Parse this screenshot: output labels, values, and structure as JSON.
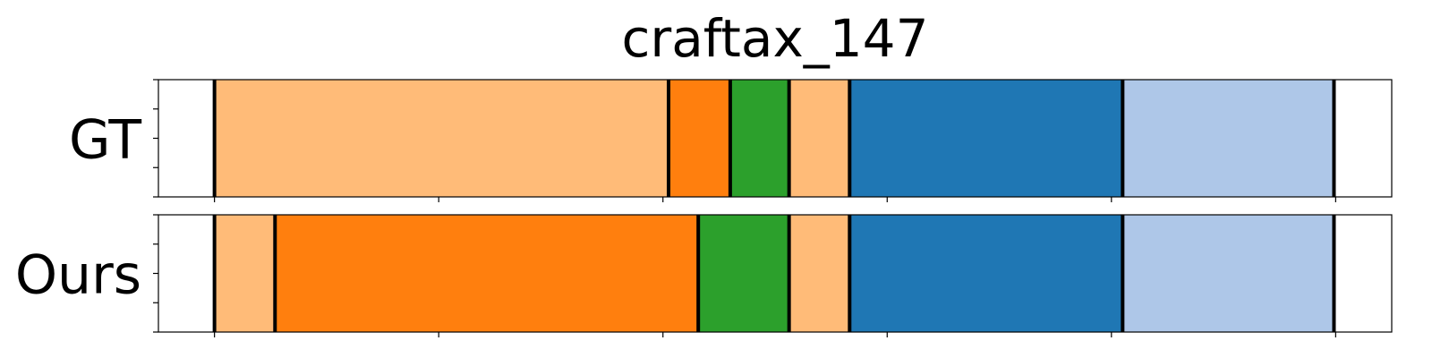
{
  "chart_data": {
    "type": "bar",
    "title": "craftax_147",
    "xlim": [
      0,
      22
    ],
    "boundary_style": "black vertical line at each segment boundary",
    "rows": [
      {
        "label": "GT",
        "segments": [
          {
            "start": 1.0,
            "end": 9.1,
            "color": "#ffbb78"
          },
          {
            "start": 9.1,
            "end": 10.2,
            "color": "#ff7f0e"
          },
          {
            "start": 10.2,
            "end": 11.25,
            "color": "#2ca02c"
          },
          {
            "start": 11.25,
            "end": 12.33,
            "color": "#ffbb78"
          },
          {
            "start": 12.33,
            "end": 17.2,
            "color": "#1f77b4"
          },
          {
            "start": 17.2,
            "end": 20.97,
            "color": "#aec7e8"
          }
        ]
      },
      {
        "label": "Ours",
        "segments": [
          {
            "start": 1.0,
            "end": 2.08,
            "color": "#ffbb78"
          },
          {
            "start": 2.08,
            "end": 9.63,
            "color": "#ff7f0e"
          },
          {
            "start": 9.63,
            "end": 11.25,
            "color": "#2ca02c"
          },
          {
            "start": 11.25,
            "end": 12.33,
            "color": "#ffbb78"
          },
          {
            "start": 12.33,
            "end": 17.2,
            "color": "#1f77b4"
          },
          {
            "start": 17.2,
            "end": 20.97,
            "color": "#aec7e8"
          }
        ]
      }
    ],
    "x_ticks": [
      1,
      5,
      9,
      13,
      17,
      21
    ],
    "y_ticks_per_row": 5,
    "x_tick_labels_shown": false,
    "y_tick_labels_shown": false,
    "grid": false,
    "legend": "none"
  }
}
